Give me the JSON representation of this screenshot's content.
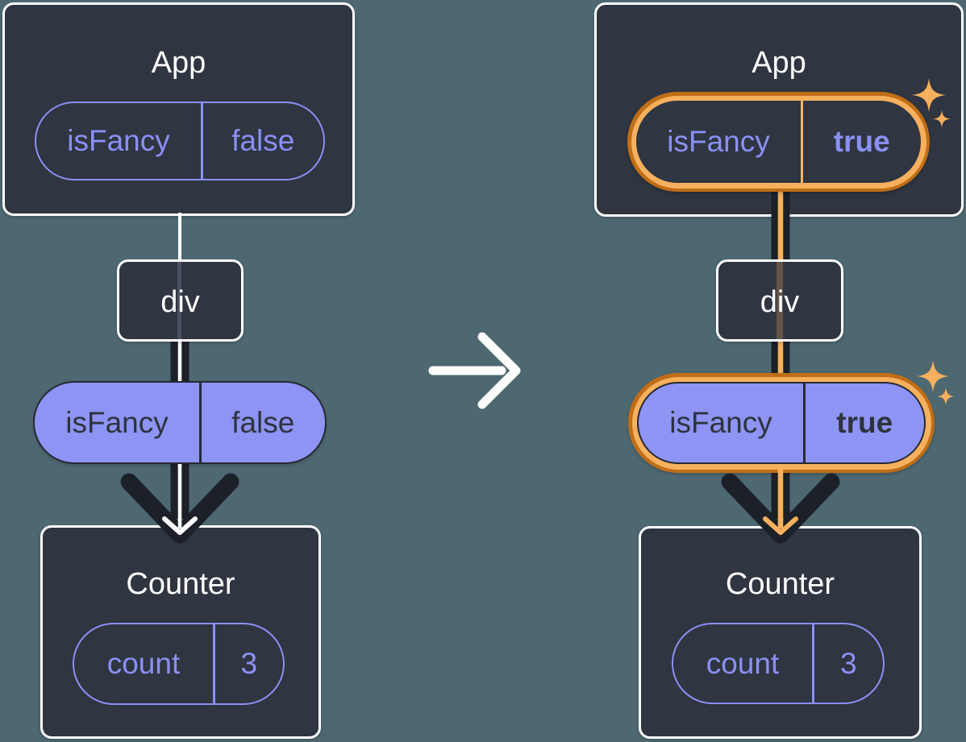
{
  "diagram": {
    "description": "prop flow before and after state change",
    "before": {
      "app": {
        "name": "App",
        "prop": {
          "key": "isFancy",
          "value": "false"
        }
      },
      "div": {
        "name": "div"
      },
      "passed_prop": {
        "key": "isFancy",
        "value": "false"
      },
      "counter": {
        "name": "Counter",
        "state": {
          "key": "count",
          "value": "3"
        }
      }
    },
    "after": {
      "app": {
        "name": "App",
        "prop": {
          "key": "isFancy",
          "value": "true"
        }
      },
      "div": {
        "name": "div"
      },
      "passed_prop": {
        "key": "isFancy",
        "value": "true"
      },
      "counter": {
        "name": "Counter",
        "state": {
          "key": "count",
          "value": "3"
        }
      }
    },
    "icons": {
      "transition": "right-arrow",
      "highlight": "four-point-sparkle"
    },
    "colors": {
      "background": "#4e6872",
      "card": "#2f3541",
      "white": "#ffffff",
      "purple": "#8a90f3",
      "purple_fill": "#8d94f4",
      "ink": "#2e333e",
      "outline_dark": "#262a33",
      "arrow_dark": "#1c2028",
      "orange_dark": "#c06e16",
      "orange_light": "#f6b05e"
    }
  }
}
